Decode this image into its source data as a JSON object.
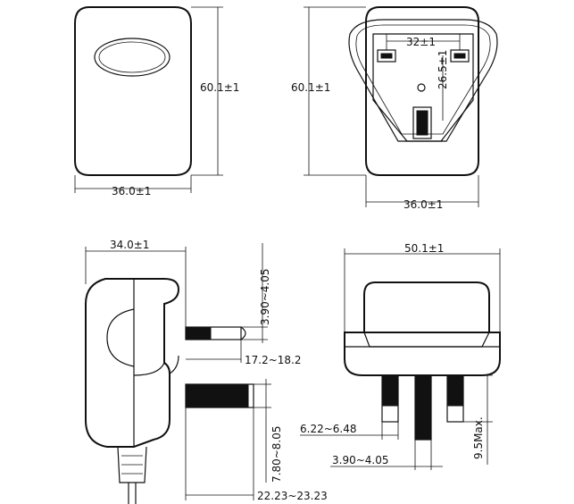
{
  "front_view": {
    "height_label": "60.1±1",
    "width_label": "36.0±1"
  },
  "back_view": {
    "height_label": "60.1±1",
    "width_label": "36.0±1",
    "pin_spacing_label": "32±1",
    "pin_vertical_label": "26.5±1"
  },
  "side_view": {
    "depth_label": "34.0±1",
    "pin_thickness_label": "3.90~4.05",
    "pin_length_label": "17.2~18.2",
    "pin_width_label": "7.80~8.05",
    "earth_pin_length_label": "22.23~23.23"
  },
  "bottom_view": {
    "width_label": "50.1±1",
    "pin_tip_label": "6.22~6.48",
    "pin_spacing_label": "3.90~4.05",
    "pin_height_label": "9.5Max."
  }
}
